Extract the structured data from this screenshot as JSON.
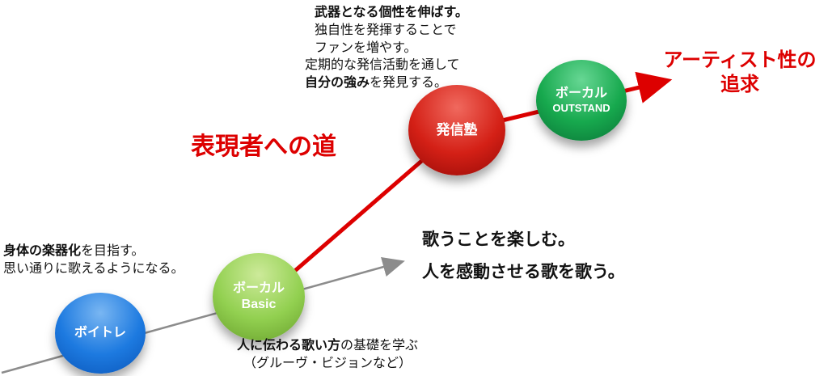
{
  "colors": {
    "accent_red": "#dd0000",
    "gray_arrow": "#8c8c8c"
  },
  "path_label": "表現者への道",
  "goal": {
    "line1": "アーティスト性の",
    "line2": "追求"
  },
  "nodes": {
    "voitore": {
      "label": "ボイトレ"
    },
    "basic": {
      "line1": "ボーカル",
      "line2": "Basic"
    },
    "hasshin": {
      "label": "発信塾"
    },
    "outstand": {
      "line1": "ボーカル",
      "line2": "OUTSTAND"
    }
  },
  "notes": {
    "outstand": {
      "line1": "武器となる個性を伸ばす。",
      "line2": "独自性を発揮することで",
      "line3": "ファンを増やす。"
    },
    "hasshin": {
      "line1": "定期的な発信活動を通して",
      "line2_bold": "自分の強み",
      "line2_rest": "を発見する。"
    },
    "voitore": {
      "line1_bold": "身体の楽器化",
      "line1_rest": "を目指す。",
      "line2": "思い通りに歌えるようになる。"
    },
    "enjoy": {
      "line1": "歌うことを楽しむ。",
      "line2": "人を感動させる歌を歌う。"
    },
    "basic": {
      "line1_bold": "人に伝わる歌い方",
      "line1_rest": "の基礎を学ぶ",
      "line2": "（グルーヴ・ビジョンなど）"
    }
  }
}
